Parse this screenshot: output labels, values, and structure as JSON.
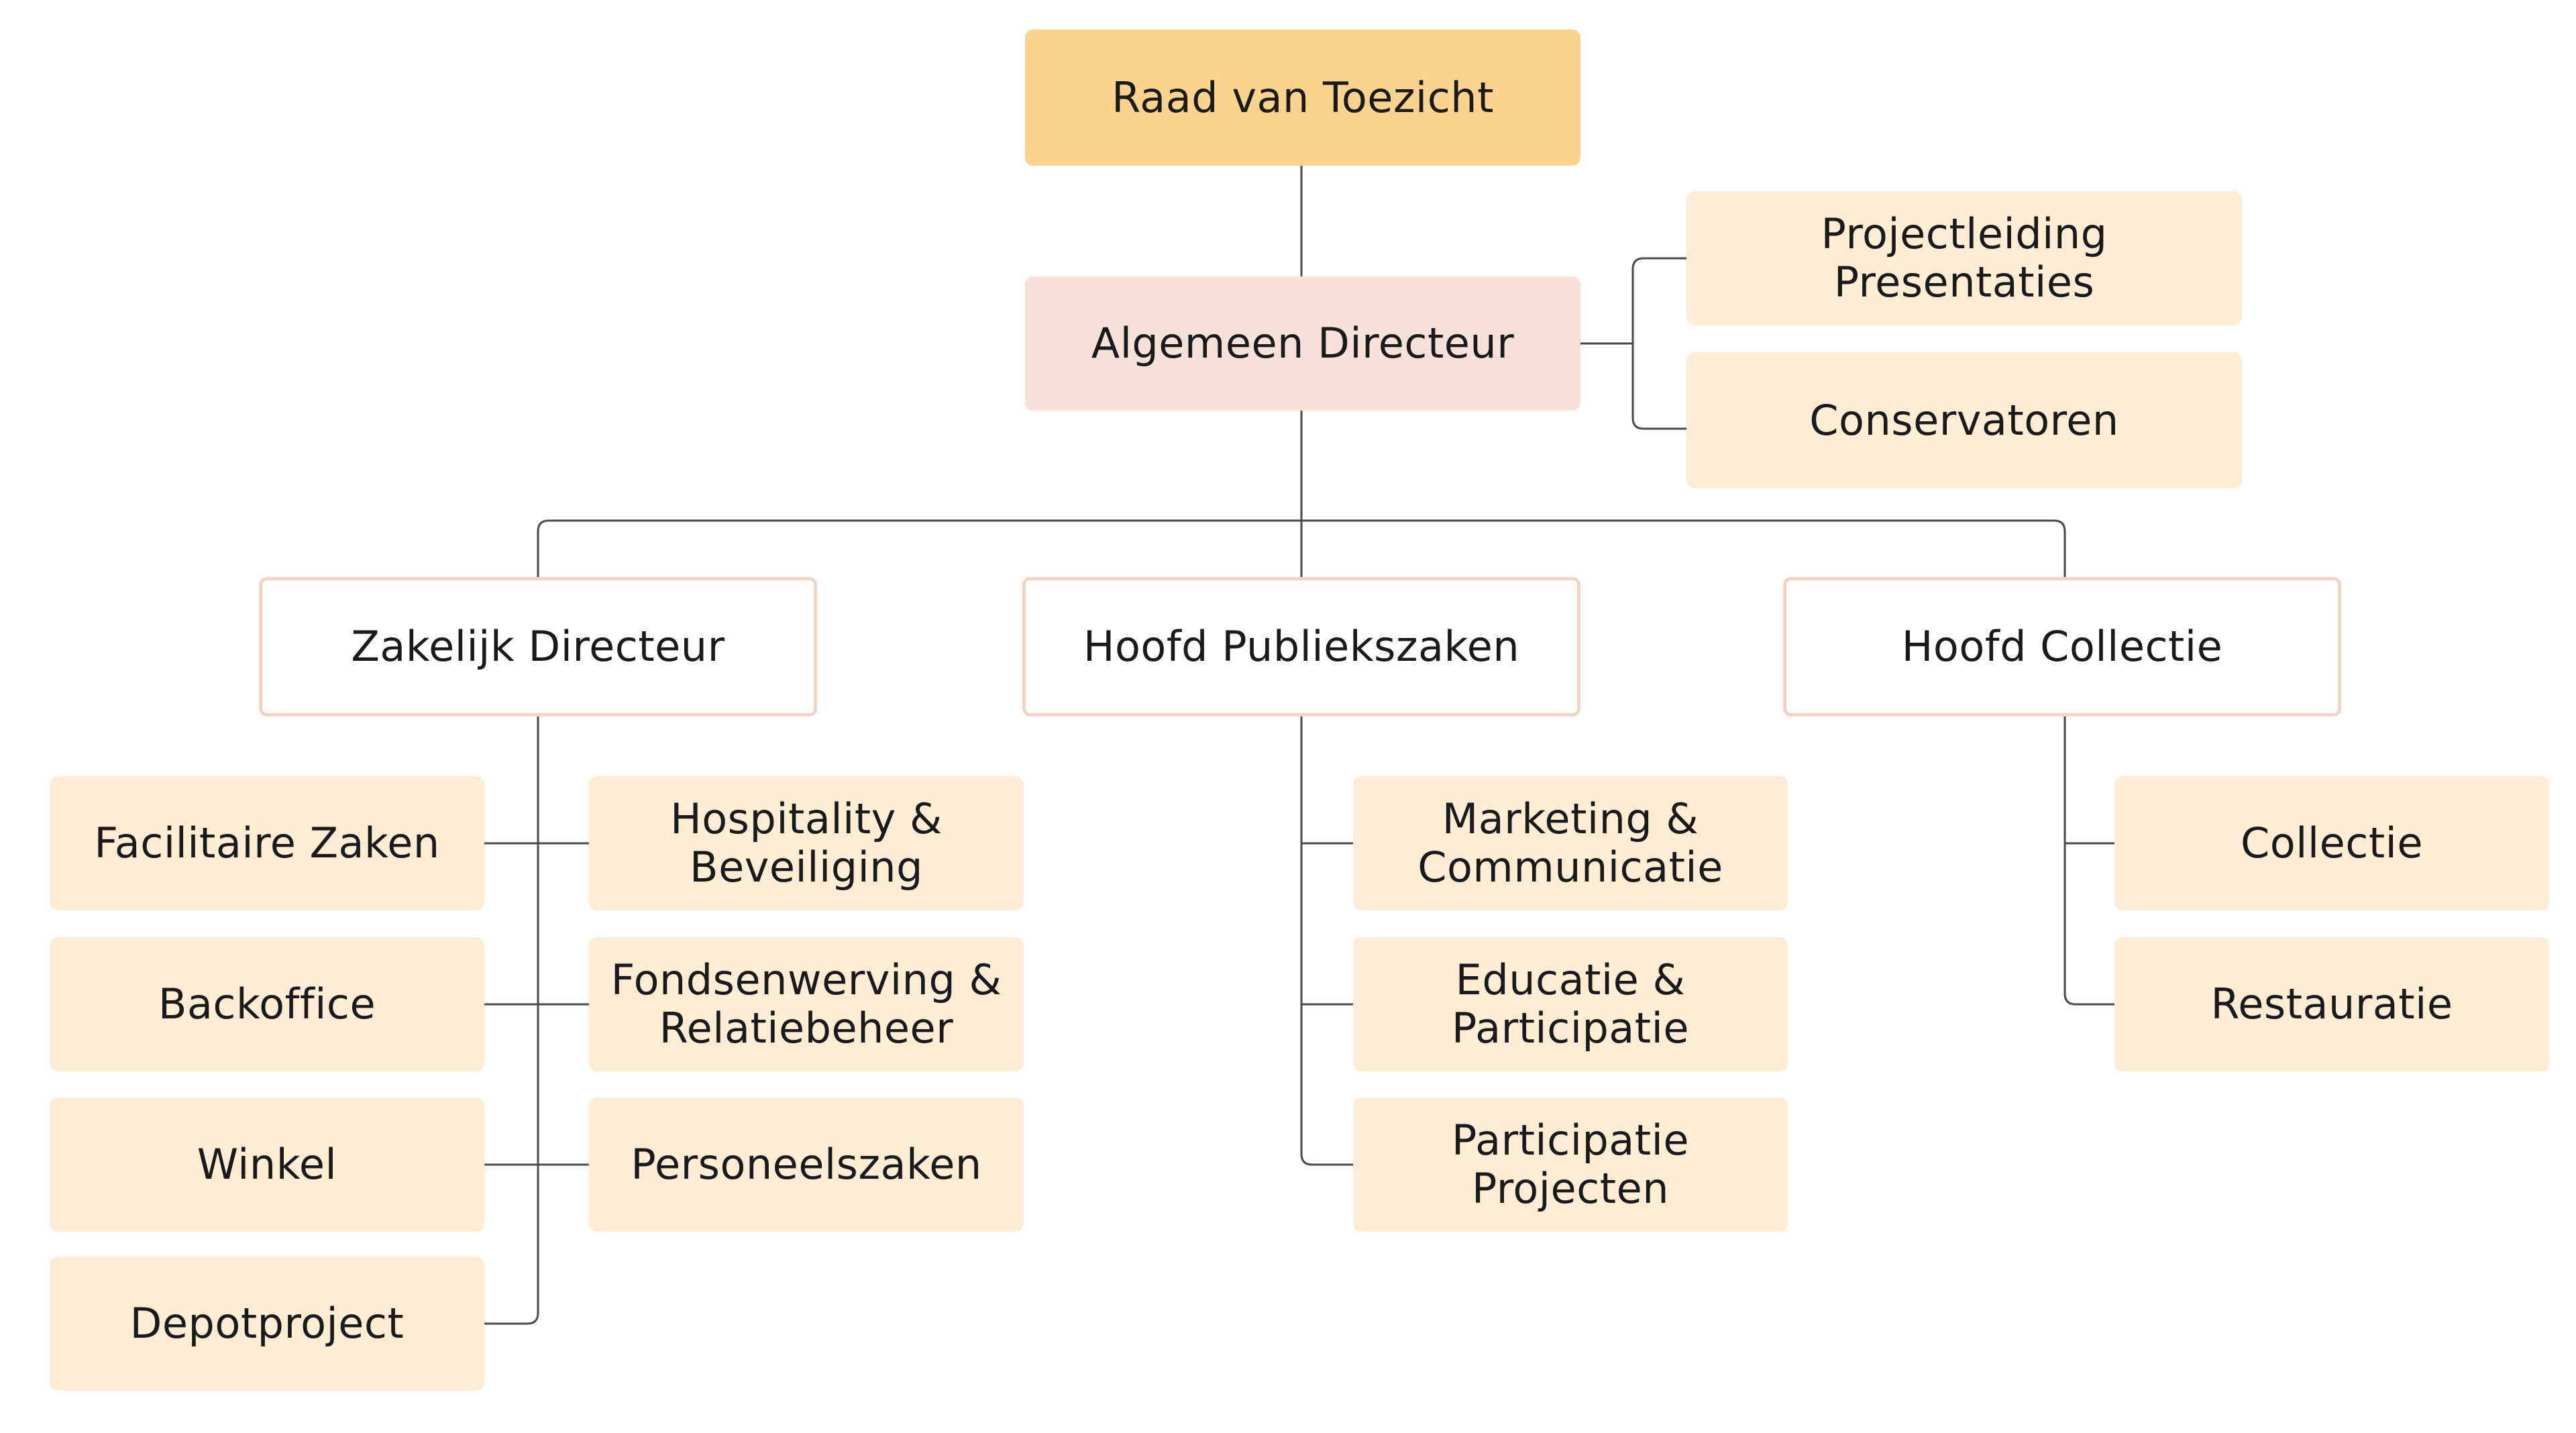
{
  "colors": {
    "top": "#fbd28e",
    "director": "#f6e1da",
    "head_border": "#f2d3c8",
    "unit": "#ffecd5",
    "connector": "#4a4a4a"
  },
  "nodes": {
    "raad": "Raad van Toezicht",
    "algemeen": "Algemeen Directeur",
    "projectleiding": "Projectleiding\nPresentaties",
    "conservatoren": "Conservatoren",
    "zakelijk": "Zakelijk Directeur",
    "publiekszaken": "Hoofd Publiekszaken",
    "collectie_hoofd": "Hoofd Collectie",
    "facilitaire": "Facilitaire Zaken",
    "backoffice": "Backoffice",
    "winkel": "Winkel",
    "depotproject": "Depotproject",
    "hospitality": "Hospitality &\nBeveiliging",
    "fondsenwerving": "Fondsenwerving &\nRelatiebeheer",
    "personeelszaken": "Personeelszaken",
    "marketing": "Marketing &\nCommunicatie",
    "educatie": "Educatie &\nParticipatie",
    "participatie": "Participatie\nProjecten",
    "collectie": "Collectie",
    "restauratie": "Restauratie"
  }
}
